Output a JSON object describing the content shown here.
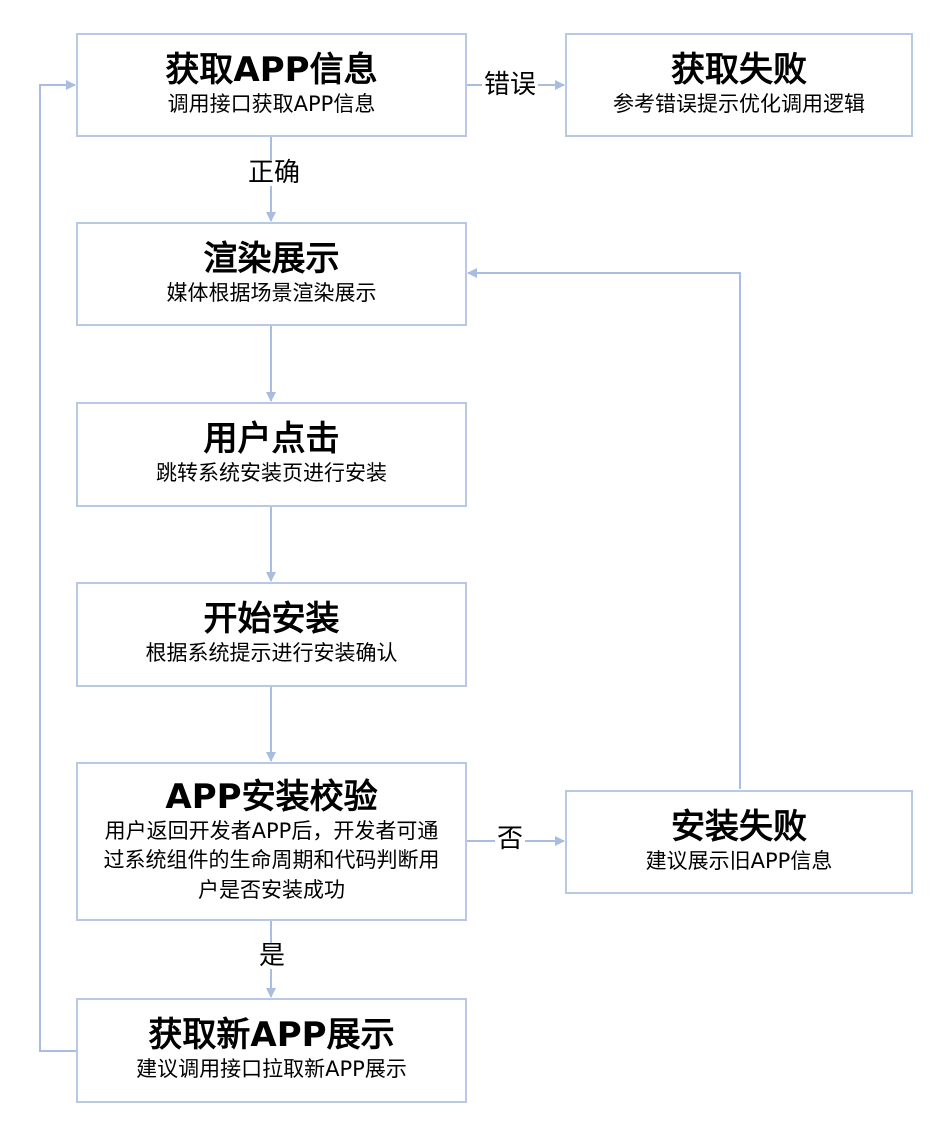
{
  "nodes": {
    "get_info": {
      "title": "获取APP信息",
      "sub": "调用接口获取APP信息"
    },
    "get_fail": {
      "title": "获取失败",
      "sub": "参考错误提示优化调用逻辑"
    },
    "render": {
      "title": "渲染展示",
      "sub": "媒体根据场景渲染展示"
    },
    "user_click": {
      "title": "用户点击",
      "sub": "跳转系统安装页进行安装"
    },
    "start_install": {
      "title": "开始安装",
      "sub": "根据系统提示进行安装确认"
    },
    "verify": {
      "title": "APP安装校验",
      "sub": "用户返回开发者APP后，开发者可通过系统组件的生命周期和代码判断用户是否安装成功"
    },
    "install_fail": {
      "title": "安装失败",
      "sub": "建议展示旧APP信息"
    },
    "get_new": {
      "title": "获取新APP展示",
      "sub": "建议调用接口拉取新APP展示"
    }
  },
  "edges": {
    "error": "错误",
    "correct": "正确",
    "no": "否",
    "yes": "是"
  },
  "colors": {
    "border": "#b8c9e3",
    "connector": "#a9bde0"
  }
}
